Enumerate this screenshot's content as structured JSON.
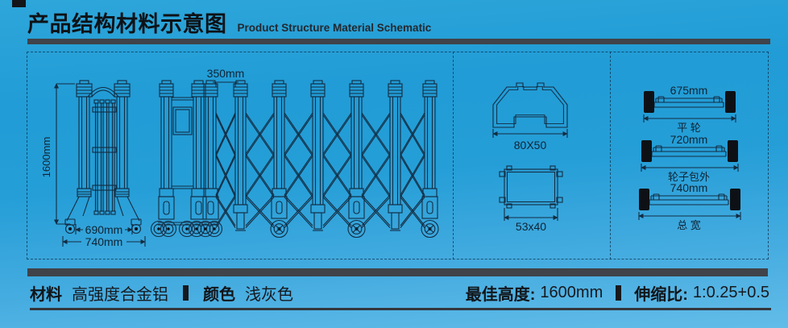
{
  "header": {
    "title_cn": "产品结构材料示意图",
    "title_en": "Product Structure Material Schematic"
  },
  "drawings": {
    "front_view": {
      "height": "1600mm",
      "inner_width": "690mm",
      "outer_width": "740mm"
    },
    "extended_view": {
      "post_spacing": "350mm"
    },
    "profiles": {
      "main_rail": "80X50",
      "cross_tube": "53x40"
    },
    "axles": [
      {
        "dim": "675mm",
        "label": "平 轮"
      },
      {
        "dim": "720mm",
        "label": "轮子包外"
      },
      {
        "dim": "740mm",
        "label": "总  宽"
      }
    ]
  },
  "footer": {
    "material_label": "材料",
    "material_value": "高强度合金铝",
    "color_label": "颜色",
    "color_value": "浅灰色",
    "best_height_label": "最佳高度:",
    "best_height_value": "1600mm",
    "ratio_label": "伸缩比:",
    "ratio_value": "1:0.25+0.5"
  },
  "colors": {
    "background_top": "#2ea6da",
    "background_bottom": "#63bce8",
    "line": "#132c42",
    "divider_bar": "#404349",
    "text": "#14171c"
  }
}
